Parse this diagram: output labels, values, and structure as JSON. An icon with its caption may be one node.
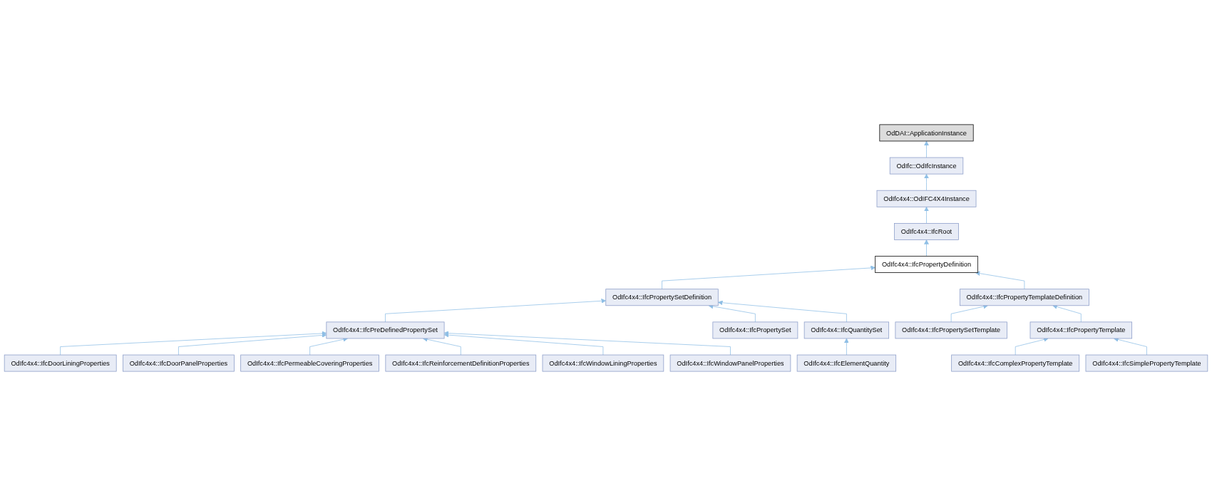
{
  "diagram": {
    "nodes": [
      {
        "text": [
          "OdDAI::ApplicationInstance"
        ]
      },
      {
        "text": [
          "OdIfc::OdIfcInstance"
        ]
      },
      {
        "text": [
          "OdIfc4x4::OdIFC4X4Instance"
        ]
      },
      {
        "text": [
          "OdIfc4x4::IfcRoot"
        ]
      },
      {
        "text": [
          "OdIfc4x4::IfcPropertyDefinition"
        ]
      },
      {
        "text": [
          "OdIfc4x4::IfcPropertySetDefinition"
        ]
      },
      {
        "text": [
          "OdIfc4x4::IfcPropertyTemplateDefinition"
        ]
      },
      {
        "text": [
          "OdIfc4x4::IfcPreDefinedPropertySet"
        ]
      },
      {
        "text": [
          "OdIfc4x4::IfcPropertySet"
        ]
      },
      {
        "text": [
          "OdIfc4x4::IfcQuantitySet"
        ]
      },
      {
        "text": [
          "OdIfc4x4::IfcPropertySetTemplate"
        ]
      },
      {
        "text": [
          "OdIfc4x4::IfcPropertyTemplate"
        ]
      },
      {
        "text": [
          "OdIfc4x4::IfcDoorLiningProperties"
        ]
      },
      {
        "text": [
          "OdIfc4x4::IfcElementQuantity"
        ]
      },
      {
        "text": [
          "OdIfc4x4::IfcComplexPropertyTemplate"
        ]
      },
      {
        "text": [
          "OdIfc4x4::IfcDoorPanelProperties"
        ]
      },
      {
        "text": [
          "OdIfc4x4::IfcSimplePropertyTemplate"
        ]
      },
      {
        "text": [
          "OdIfc4x4::IfcPermeableCoveringProperties"
        ]
      },
      {
        "text": [
          "OdIfc4x4::IfcReinforcementDefinitionProperties"
        ]
      },
      {
        "text": [
          "OdIfc4x4::IfcWindowLiningProperties"
        ]
      },
      {
        "text": [
          "OdIfc4x4::IfcWindowPanelProperties"
        ]
      }
    ],
    "edges": [
      {
        "from": 1,
        "to": 0,
        "arrow": "to"
      },
      {
        "from": 2,
        "to": 1,
        "arrow": "to"
      },
      {
        "from": 3,
        "to": 2,
        "arrow": "to"
      },
      {
        "from": 4,
        "to": 3,
        "arrow": "to"
      },
      {
        "from": 5,
        "to": 4,
        "arrow": "to"
      },
      {
        "from": 6,
        "to": 4,
        "arrow": "to"
      },
      {
        "from": 7,
        "to": 5,
        "arrow": "to"
      },
      {
        "from": 8,
        "to": 5,
        "arrow": "to"
      },
      {
        "from": 9,
        "to": 5,
        "arrow": "to"
      },
      {
        "from": 10,
        "to": 6,
        "arrow": "to"
      },
      {
        "from": 11,
        "to": 6,
        "arrow": "to"
      },
      {
        "from": 12,
        "to": 7,
        "arrow": "to"
      },
      {
        "from": 13,
        "to": 9,
        "arrow": "to"
      },
      {
        "from": 14,
        "to": 11,
        "arrow": "to"
      },
      {
        "from": 15,
        "to": 7,
        "arrow": "to"
      },
      {
        "from": 16,
        "to": 11,
        "arrow": "to"
      },
      {
        "from": 17,
        "to": 7,
        "arrow": "to"
      },
      {
        "from": 18,
        "to": 7,
        "arrow": "to"
      },
      {
        "from": 19,
        "to": 7,
        "arrow": "to"
      },
      {
        "from": 20,
        "to": 7,
        "arrow": "to"
      }
    ]
  }
}
